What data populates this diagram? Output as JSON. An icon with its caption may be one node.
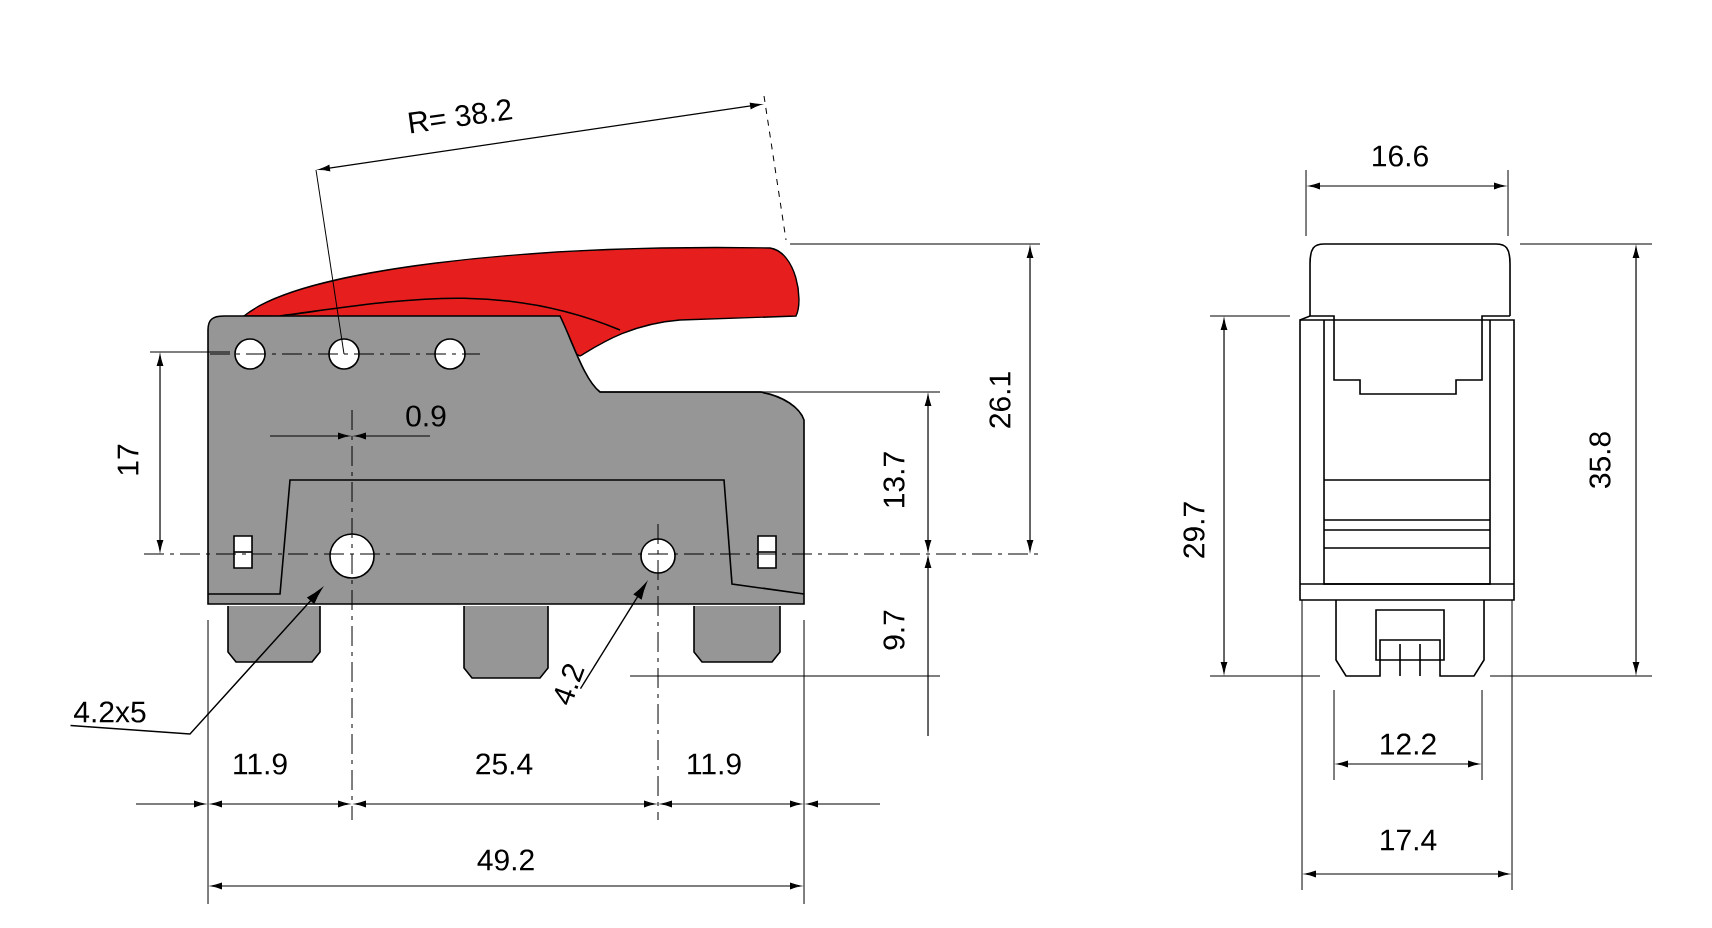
{
  "diagram": {
    "nodes": [
      {
        "text": [
          "4.2x5"
        ]
      },
      {
        "text": [
          "4.2"
        ]
      }
    ],
    "edges": [
      {
        "from": 0,
        "to": null,
        "arrow": "to"
      },
      {
        "from": 1,
        "to": null,
        "arrow": "to"
      }
    ],
    "labels": [
      "R= 38.2",
      "16.6",
      "17",
      "0.9",
      "26.1",
      "13.7",
      "29.7",
      "35.8",
      "9.7",
      "12.2",
      "11.9",
      "25.4",
      "11.9",
      "49.2",
      "17.4"
    ]
  }
}
